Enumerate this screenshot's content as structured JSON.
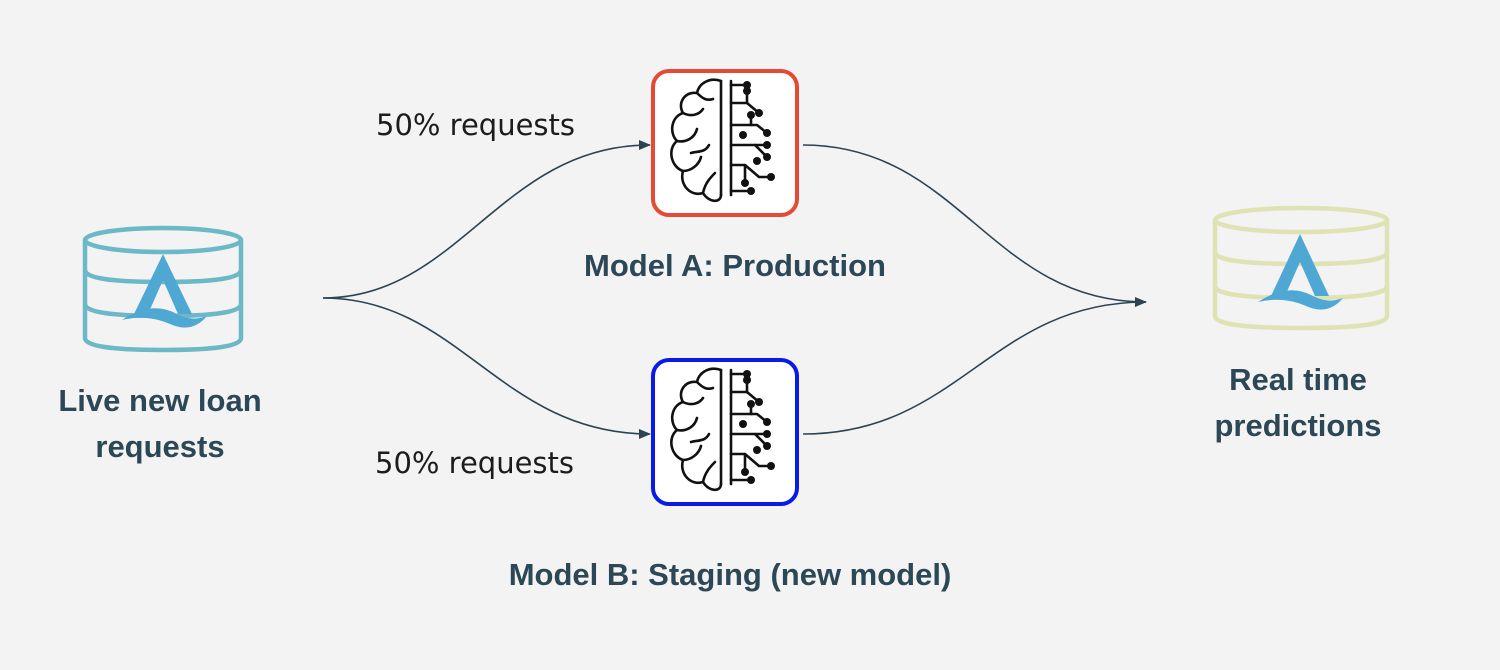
{
  "source": {
    "label_line1": "Live new loan",
    "label_line2": "requests",
    "icon": "database-logo-icon",
    "color": "#6db8c6"
  },
  "split": {
    "top_label": "50% requests",
    "bottom_label": "50% requests"
  },
  "model_a": {
    "label": "Model A: Production",
    "icon": "brain-circuit-icon",
    "border_color": "#e64a35"
  },
  "model_b": {
    "label": "Model B: Staging (new model)",
    "icon": "brain-circuit-icon",
    "border_color": "#0a1be8"
  },
  "target": {
    "label_line1": "Real time",
    "label_line2": "predictions",
    "icon": "database-logo-icon",
    "color": "#dfe2b3"
  },
  "colors": {
    "text": "#2c4756",
    "flow": "#2c4452",
    "logo": "#4fa8d4",
    "background": "#f3f3f3"
  }
}
